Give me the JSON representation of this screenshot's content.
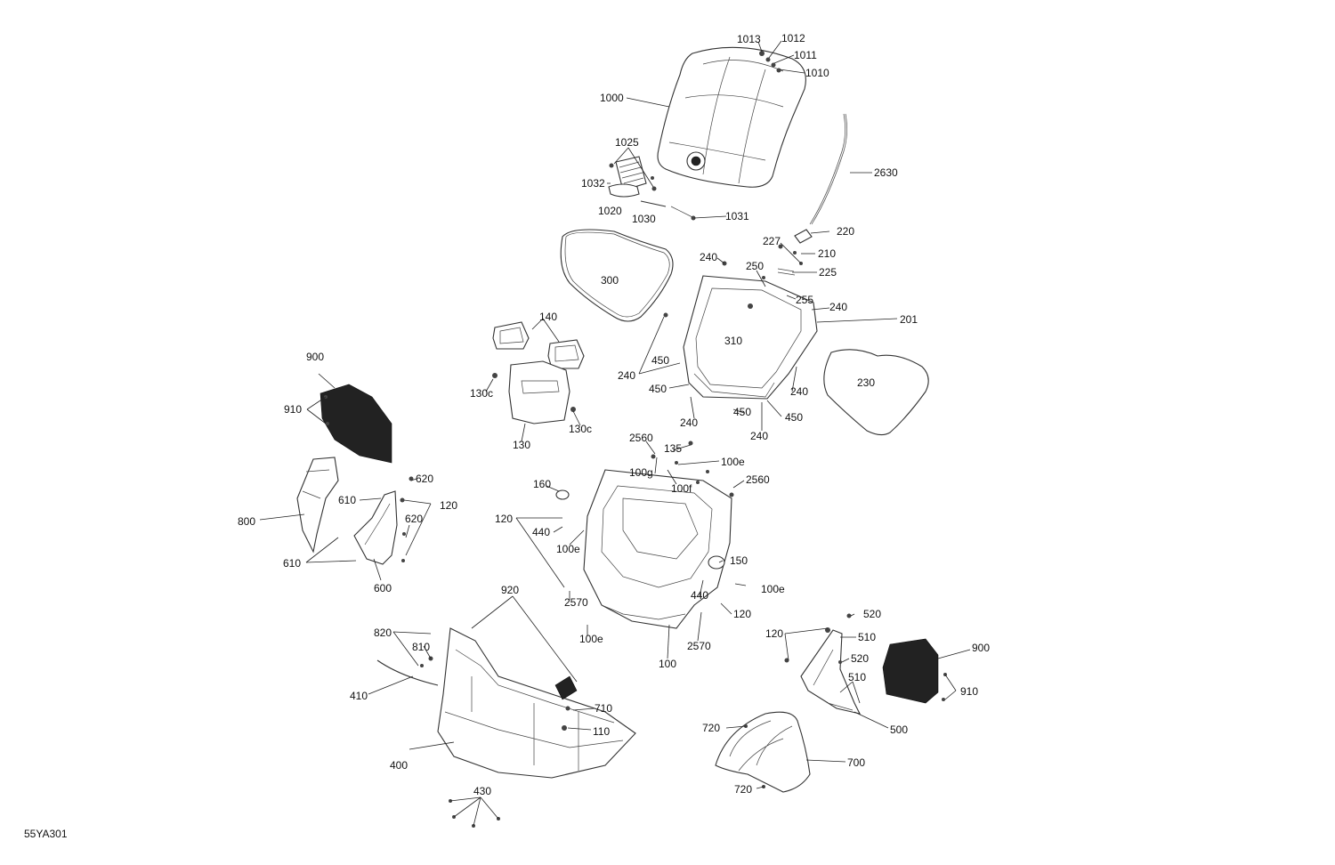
{
  "diagram_code": "55YA301",
  "labels": {
    "l1013": "1013",
    "l1012": "1012",
    "l1011": "1011",
    "l1010": "1010",
    "l1000": "1000",
    "l1025": "1025",
    "l1032": "1032",
    "l1020": "1020",
    "l1030": "1030",
    "l1031": "1031",
    "l2630": "2630",
    "l220": "220",
    "l227": "227",
    "l210": "210",
    "l240a": "240",
    "l250": "250",
    "l225": "225",
    "l300": "300",
    "l255": "255",
    "l240b": "240",
    "l201": "201",
    "l140": "140",
    "l310": "310",
    "l450a": "450",
    "l240c": "240",
    "l450b": "450",
    "l240d": "240",
    "l230": "230",
    "l450c": "450",
    "l240e": "240",
    "l450d": "450",
    "l240f": "240",
    "l900a": "900",
    "l910a": "910",
    "l130ca": "130c",
    "l130cb": "130c",
    "l130": "130",
    "l2560a": "2560",
    "l135": "135",
    "l100e_a": "100e",
    "l100g": "100g",
    "l100f": "100f",
    "l2560b": "2560",
    "l620a": "620",
    "l610a": "610",
    "l120a": "120",
    "l620b": "620",
    "l800": "800",
    "l160": "160",
    "l120b": "120",
    "l440a": "440",
    "l100e_b": "100e",
    "l610b": "610",
    "l600": "600",
    "l150": "150",
    "l100e_c": "100e",
    "l440b": "440",
    "l120c": "120",
    "l920": "920",
    "l2570a": "2570",
    "l100e_d": "100e",
    "l2570b": "2570",
    "l100": "100",
    "l820": "820",
    "l810": "810",
    "l520a": "520",
    "l120d": "120",
    "l510a": "510",
    "l900b": "900",
    "l520b": "520",
    "l410": "410",
    "l510b": "510",
    "l910b": "910",
    "l710": "710",
    "l110": "110",
    "l500": "500",
    "l720a": "720",
    "l400": "400",
    "l700": "700",
    "l720b": "720",
    "l430": "430"
  }
}
